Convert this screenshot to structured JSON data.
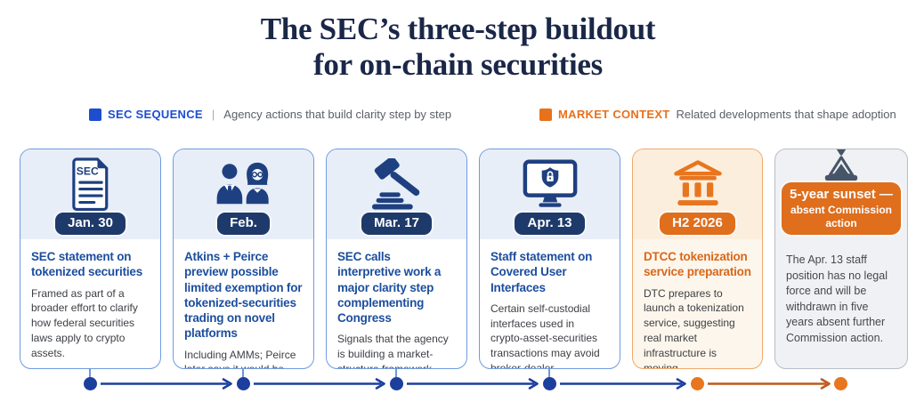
{
  "title": {
    "line1": "The SEC’s three-step buildout",
    "line2": "for on-chain securities"
  },
  "legend": {
    "sec": {
      "label": "SEC SEQUENCE",
      "separator": "|",
      "description": "Agency actions that build clarity step by step",
      "color": "#1d4ed0"
    },
    "market": {
      "label": "MARKET CONTEXT",
      "description": "Related developments that shape adoption",
      "color": "#e8711c"
    }
  },
  "cards": [
    {
      "category": "sec-sequence",
      "date": "Jan. 30",
      "icon": "sec-document-icon",
      "title": "SEC statement on tokenized securities",
      "body": "Framed as part of a broader effort to clarify how federal securities laws apply to crypto assets."
    },
    {
      "category": "sec-sequence",
      "date": "Feb.",
      "icon": "two-officials-icon",
      "title": "Atkins + Peirce preview possible limited exemption for tokenized-securities trading on novel platforms",
      "body": "Including AMMs; Peirce later says it would be narrower than a blanket carve-out."
    },
    {
      "category": "sec-sequence",
      "date": "Mar. 17",
      "icon": "gavel-icon",
      "title": "SEC calls interpretive work a major clarity step complementing Congress",
      "body": "Signals that the agency is building a market-structure framework without waiting for legislation."
    },
    {
      "category": "sec-sequence",
      "date": "Apr. 13",
      "icon": "monitor-shield-lock-icon",
      "title": "Staff statement on Covered User Interfaces",
      "body": "Certain self-custodial interfaces used in crypto-asset-securities transactions may avoid broker-dealer registration if they meet strict guardrails."
    },
    {
      "category": "market-context",
      "date": "H2 2026",
      "icon": "bank-icon",
      "title": "DTCC tokenization service preparation",
      "body": "DTC prepares to launch a tokenization service, suggesting real market infrastructure is moving."
    },
    {
      "category": "market-context",
      "badge_line1": "5-year sunset —",
      "badge_line2": "absent Commission action",
      "icon": "hourglass-icon",
      "body": "The Apr. 13 staff position has no legal force and will be withdrawn in five years absent further Commission action."
    }
  ],
  "colors": {
    "title_navy": "#1a2747",
    "sequence_blue": "#1d4ed0",
    "context_orange": "#e8711c",
    "card_border_blue": "#6f9be0",
    "card_header_blue": "#e8eef8",
    "badge_navy": "#1e3a6b",
    "card_title_blue": "#1c4e9e",
    "timeline_blue": "#1c3f9d",
    "timeline_orange": "#e8761f",
    "timeline_arrow_orange": "#bf5a1e",
    "icon_navy": "#1e4080",
    "icon_slate": "#475569"
  }
}
